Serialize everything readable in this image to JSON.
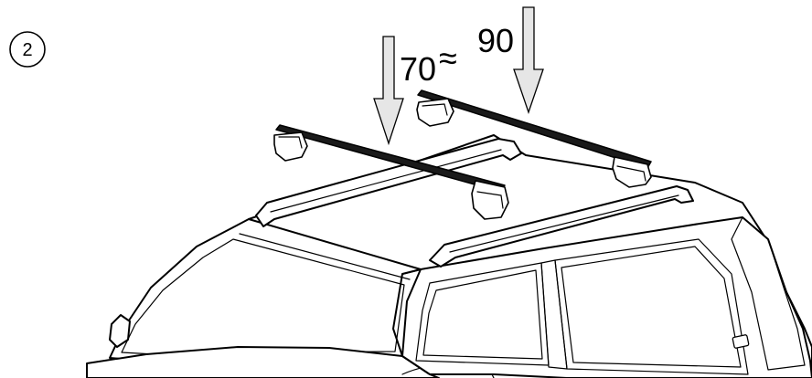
{
  "step": {
    "number": "2"
  },
  "dimension": {
    "min": "70",
    "approx_symbol": "≈",
    "max": "90"
  },
  "colors": {
    "line": "#000000",
    "arrow_fill": "#e6e6e6",
    "crossbar": "#1a1a1a",
    "background": "#ffffff"
  },
  "icons": [
    "down-arrow-icon",
    "down-arrow-icon"
  ]
}
